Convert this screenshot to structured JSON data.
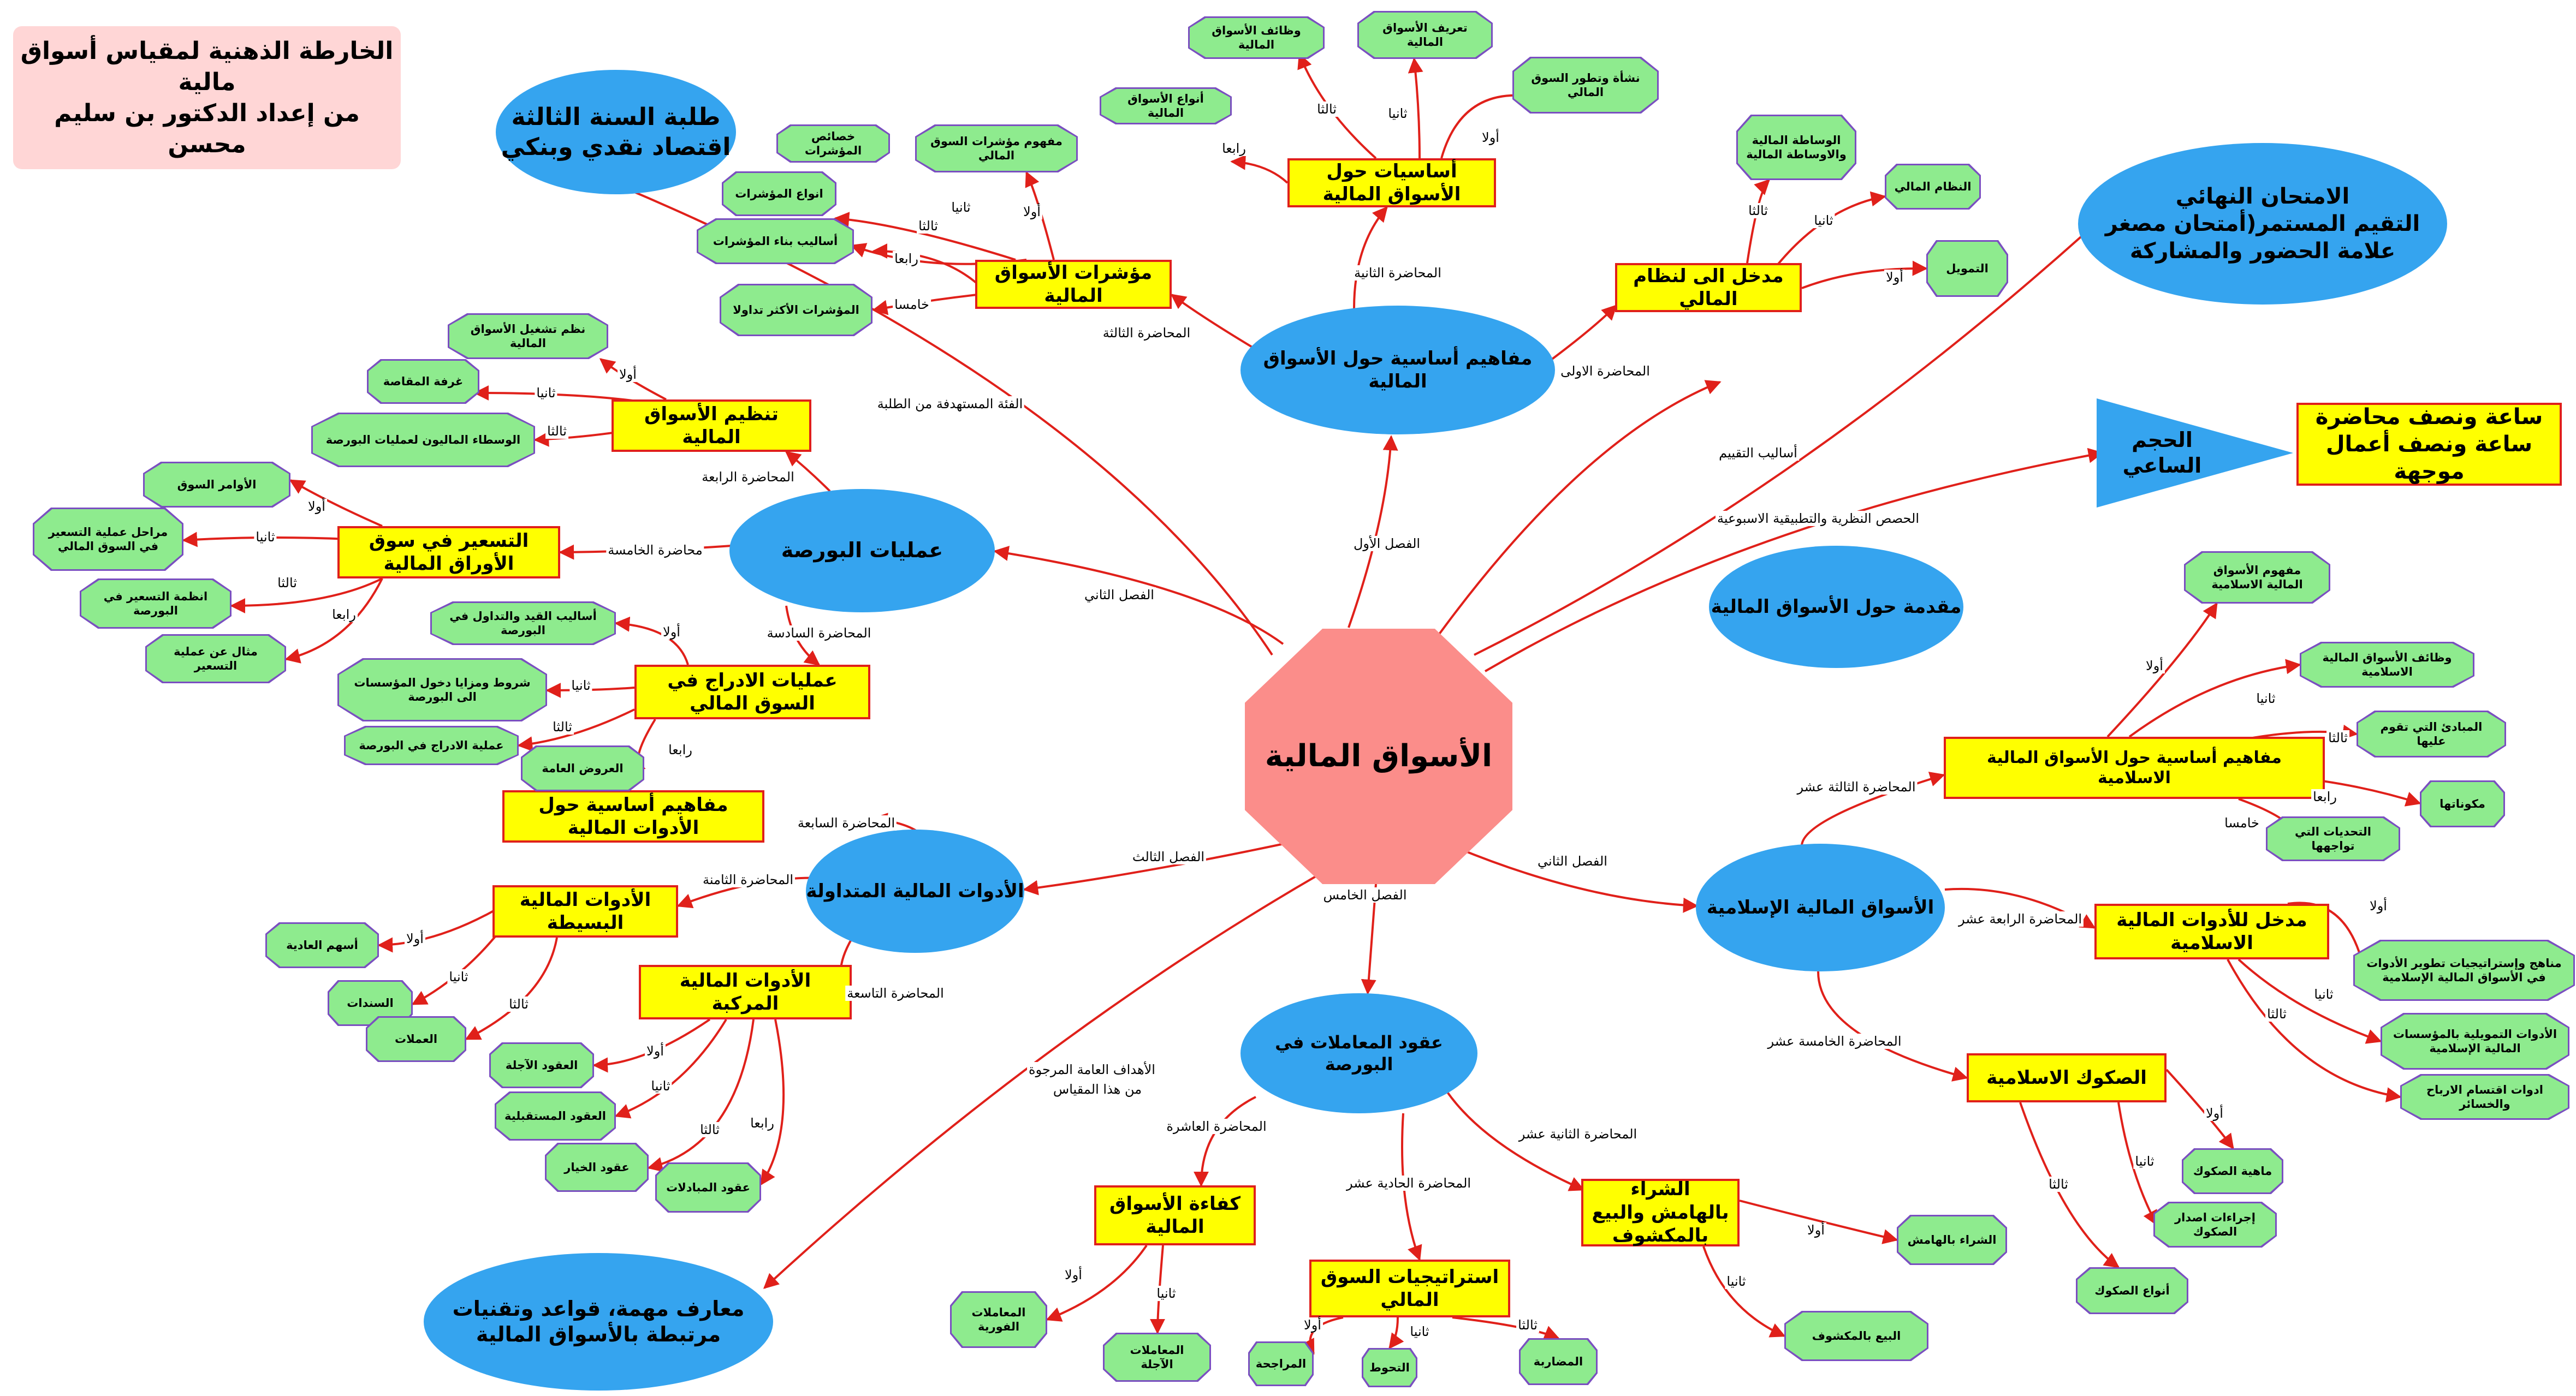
{
  "colors": {
    "line": "#e0201a",
    "yellow": "#ffff00",
    "blue": "#35a4ef",
    "green": "#8eeb8e",
    "center": "#fb8d8a"
  },
  "title_box": {
    "line1": "الخارطة الذهنية لمقياس أسواق مالية",
    "line2": "من إعداد الدكتور بن سليم محسن"
  },
  "center": "الأسواق المالية",
  "students": {
    "line1": "طلبة السنة الثالثة",
    "line2": "اقتصاد نقدي وبنكي"
  },
  "exam": {
    "line1": "الامتحان النهائي",
    "line2": "التقيم المستمر(أمتحان مصغر",
    "line3": "علامة الحضور والمشاركة"
  },
  "hours": {
    "title": "الحجم الساعي",
    "line1": "ساعة ونصف محاضرة",
    "line2": "ساعة ونصف أعمال موجهة"
  },
  "intro": "مقدمة حول الأسواق المالية",
  "knowledge": {
    "line1": "معارف مهمة، قواعد وتقنيات",
    "line2": "مرتبطة بالأسواق المالية"
  },
  "ch1": {
    "title": "مفاهيم أساسية حول الأسواق المالية",
    "lec1": {
      "title": "مدخل الى لنظام المالي",
      "items": [
        "التمويل",
        "النظام المالي",
        "الوساطة المالية والاوساطة المالية"
      ]
    },
    "lec2": {
      "title": "أساسيات حول الأسواق المالية",
      "items": [
        "نشأة وتطور السوق المالي",
        "تعريف الأسواق المالية",
        "وظائف الأسواق المالية",
        "أنواع الأسواق المالية"
      ]
    },
    "lec3": {
      "title": "مؤشرات الأسواق المالية",
      "items": [
        "مفهوم مؤشرات السوق المالي",
        "خصائص المؤشرات",
        "انواع المؤشرات",
        "أساليب بناء المؤشرات",
        "المؤشرات الأكثر تداولا"
      ]
    }
  },
  "ch2": {
    "title": "عمليات البورصة",
    "lec4": {
      "title": "تنظيم الأسواق المالية",
      "items": [
        "نظم تشغيل الأسواق المالية",
        "غرفة المقاصة",
        "الوسطاء الماليون لعمليات البورصة"
      ]
    },
    "lec5": {
      "title": "التسعير في سوق الأوراق المالية",
      "items": [
        "الأوامر السوق",
        "مراحل عملية التسعير في السوق المالي",
        "انظمة التسعير في البورصة",
        "مثال عن عملية التسعير"
      ]
    },
    "lec6": {
      "title": "عمليات الادراج في السوق المالي",
      "items": [
        "أساليب القيد والتداول في البورصة",
        "شروط ومزايا دخول المؤسسات الى البورصة",
        "عملية الادراج في البورصة",
        "العروض العامة"
      ]
    }
  },
  "ch3": {
    "title": "الأدوات المالية المتداولة",
    "lec7": {
      "title": "مفاهيم أساسية حول الأدوات المالية"
    },
    "lec8": {
      "title": "الأدوات المالية البسيطة",
      "items": [
        "أسهم العادية",
        "السندات",
        "العملات"
      ]
    },
    "lec9": {
      "title": "الأدوات المالية المركبة",
      "items": [
        "العقود الآجلة",
        "العقود المستقبلية",
        "عقود الخيار",
        "عقود المبادلات"
      ]
    }
  },
  "ch5": {
    "title": "عقود المعاملات في البورصة",
    "lec10": {
      "title": "كفاءة الأسواق المالية",
      "items": [
        "المعاملات الفورية",
        "المعاملات الآجلة"
      ]
    },
    "lec11": {
      "title": "استراتيجيات السوق المالي",
      "items": [
        "المراجحة",
        "التحوط",
        "المضاربة"
      ]
    },
    "lec12": {
      "title": "الشراء بالهامش والبيع بالمكشوف",
      "items": [
        "الشراء بالهامش",
        "البيع بالمكشوف"
      ]
    }
  },
  "ch4": {
    "title": "الأسواق المالية الإسلامية",
    "lec13": {
      "title": "مفاهيم أساسية حول الأسواق المالية الاسلامية",
      "items": [
        "مفهوم الأسواق المالية الاسلامية",
        "وظائف الأسواق المالية الاسلامية",
        "المبادئ التي تقوم عليها",
        "مكوناتها",
        "التحديات التي تواجهها"
      ]
    },
    "lec14": {
      "title": "مدخل للأدوات المالية الاسلامية",
      "items": [
        "مناهج وإستراتيجيات تطوير الأدوات في الأسواق المالية الإسلامية",
        "الأدوات التمويلية بالمؤسسات المالية الإسلامية",
        "ادوات اقتسام الارباح والخسائر"
      ]
    },
    "lec15": {
      "title": "الصكوك الاسلامية",
      "items": [
        "ماهية الصكوك",
        "إجراءات اصدار الصكوك",
        "أنواع الصكوك"
      ]
    }
  },
  "labels": {
    "first": "أولا",
    "second": "ثانيا",
    "third": "ثالثا",
    "fourth": "رابعا",
    "fifth": "خامسا",
    "ch_1": "الفصل الأول",
    "ch_2": "الفصل الثاني",
    "ch_3": "الفصل الثالث",
    "ch_4": "الفصل الثاني",
    "ch_5": "الفصل الخامس",
    "l1": "المحاضرة الاولى",
    "l2": "المحاضرة الثانية",
    "l3": "المحاضرة الثالثة",
    "l4": "المحاضرة الرابعة",
    "l5": "محاضرة الخامسة",
    "l6": "المحاضرة السادسة",
    "l7": "المحاضرة السابعة",
    "l8": "المحاضرة الثامنة",
    "l9": "المحاضرة التاسعة",
    "l10": "المحاضرة العاشرة",
    "l11": "المحاضرة الحادية عشر",
    "l12": "المحاضرة الثانية عشر",
    "l13": "المحاضرة الثالثة عشر",
    "l14": "المحاضرة الرابعة عشر",
    "l15": "المحاضرة الخامسة عشر",
    "target": "الفئة المستهدفة من الطلبة",
    "eval": "أساليب التقييم",
    "hours": "الحصص النظرية والتطبيقية الاسبوعية",
    "goals1": "الأهداف العامة المرجوة",
    "goals2": "من هذا المقياس"
  }
}
